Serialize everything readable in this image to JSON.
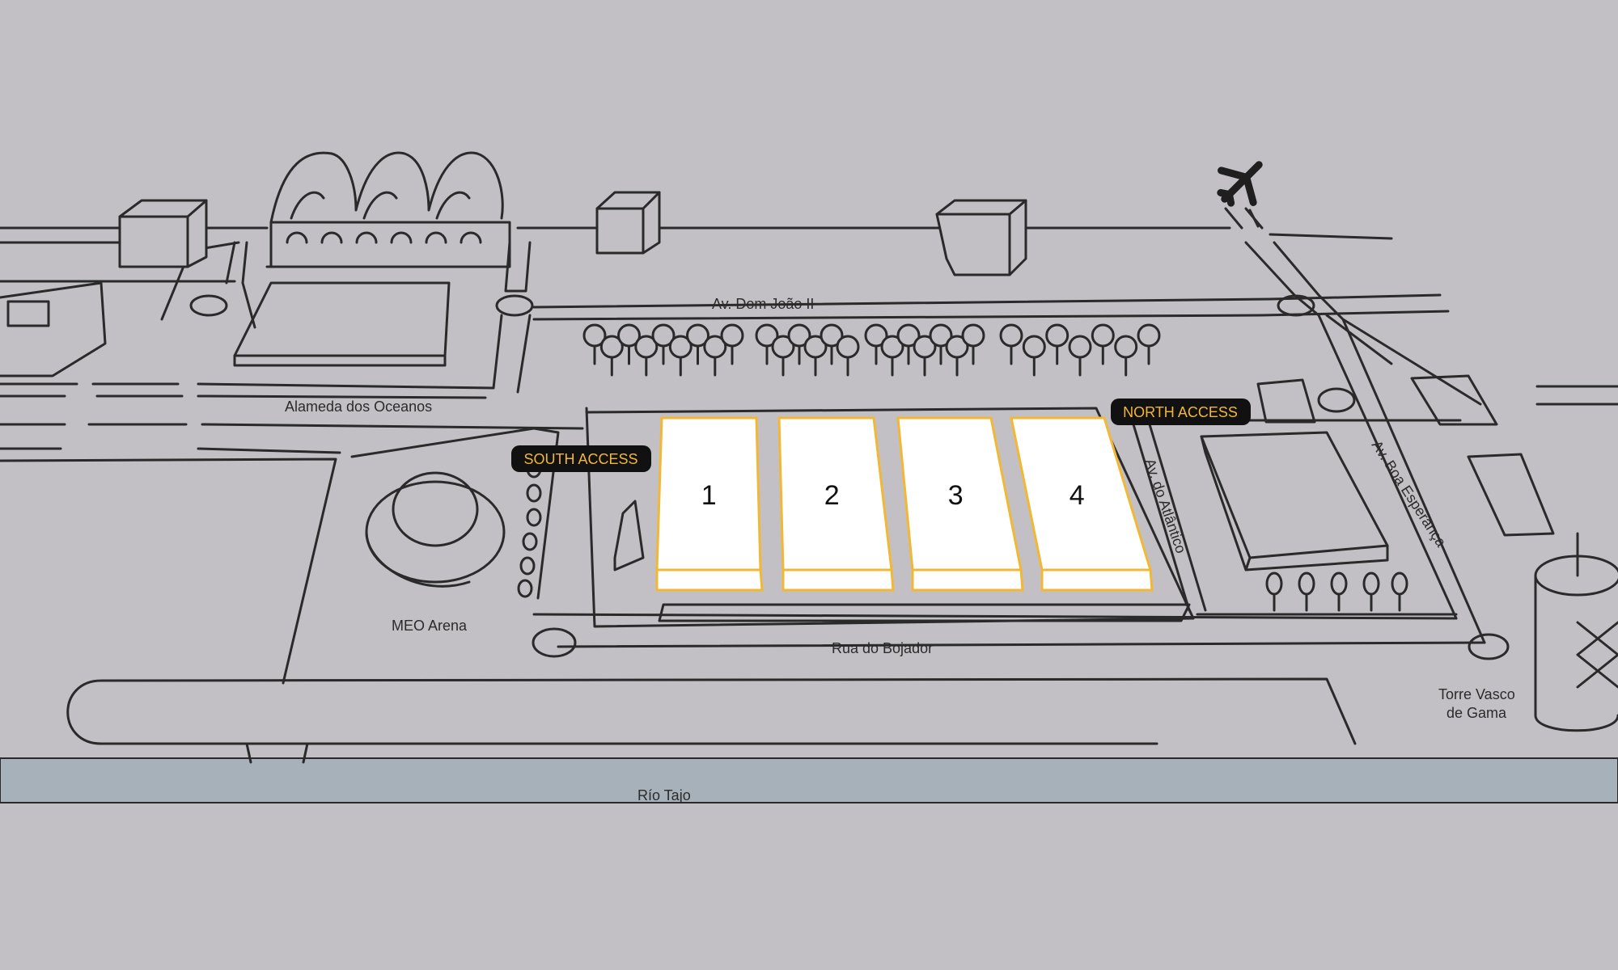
{
  "colors": {
    "background": "#c2c0c5",
    "river": "#a7b1ba",
    "line": "#2a2a2a",
    "hall_fill": "#ffffff",
    "hall_outline": "#f2b734",
    "access_badge": "#111111",
    "access_text": "#f2b734"
  },
  "streets": {
    "dom_joao": "Av. Dom João II",
    "alameda": "Alameda dos Oceanos",
    "bojador": "Rua do Bojador",
    "atlantico": "Av. do Atlântico",
    "boa_esperanca": "Av. Boa Esperança"
  },
  "landmarks": {
    "meo_arena": "MEO Arena",
    "torre_line1": "Torre Vasco",
    "torre_line2": "de Gama",
    "river": "Río Tajo"
  },
  "access": {
    "south": "SOUTH ACCESS",
    "north": "NORTH ACCESS"
  },
  "halls": [
    "1",
    "2",
    "3",
    "4"
  ],
  "icons": {
    "airport": "airplane-icon"
  }
}
